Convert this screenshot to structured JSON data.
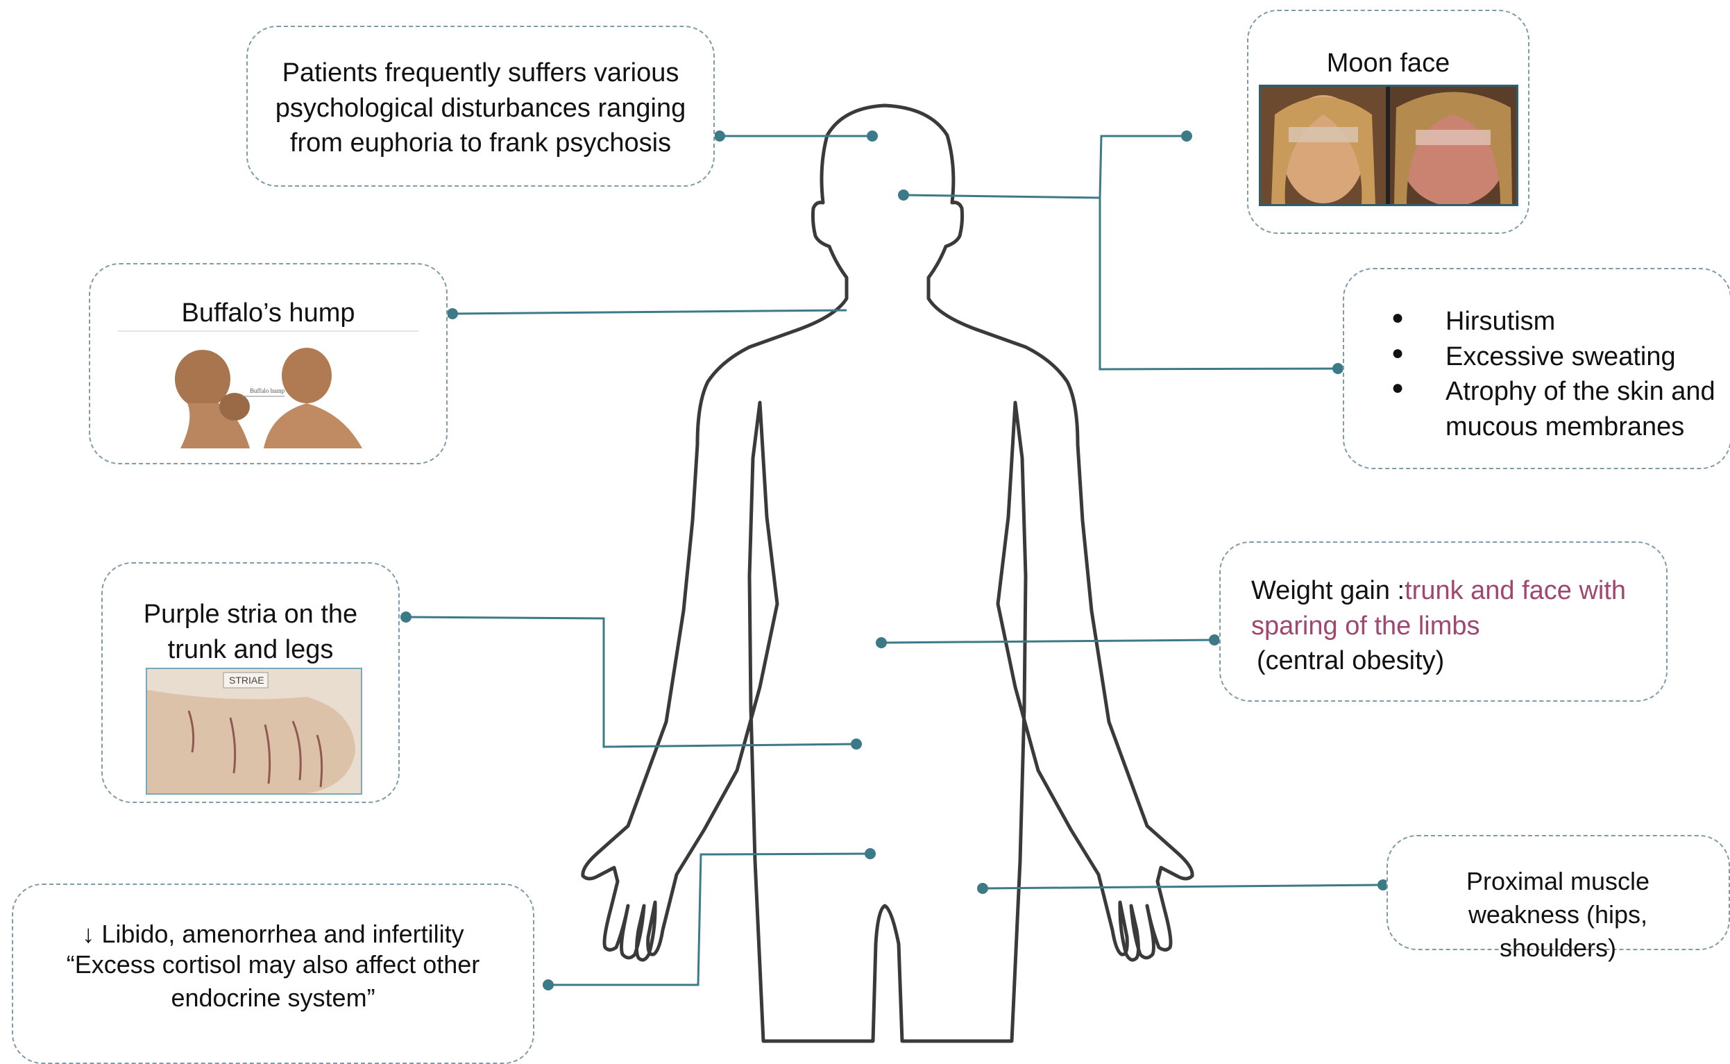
{
  "boxes": {
    "psych": "Patients frequently suffers various psychological disturbances ranging from euphoria to frank psychosis",
    "buffalo_title": "Buffalo’s hump",
    "buffalo_image_label": "Buffalo hump",
    "stria_title": "Purple stria on the trunk and legs",
    "stria_image_label": "STRIAE",
    "libido_line1": "↓ Libido, amenorrhea and infertility",
    "libido_line2": "“Excess cortisol may also affect other endocrine system”",
    "moon_title": "Moon face",
    "skin_items": [
      "Hirsutism",
      "Excessive sweating",
      "Atrophy of the skin and mucous membranes"
    ],
    "weight_prefix": "Weight gain :",
    "weight_highlight": "trunk and face with sparing of the limbs",
    "weight_suffix": "(central obesity)",
    "muscle": "Proximal muscle weakness (hips, shoulders)"
  },
  "colors": {
    "connector": "#3d7a88",
    "box_border": "#7f9aa8",
    "body_outline": "#3a3a3a",
    "highlight_text": "#a0466f"
  },
  "icons": {
    "bullet": "bullet-dot-icon",
    "arrow": "down-arrow-icon"
  }
}
